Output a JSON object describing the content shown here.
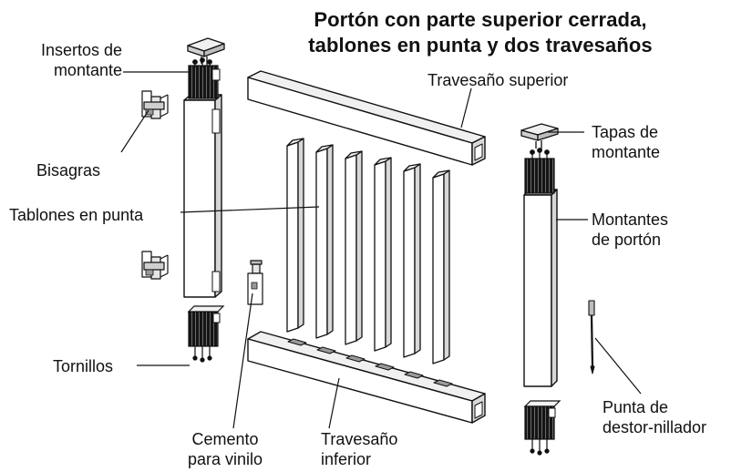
{
  "title": {
    "line1": "Portón con parte superior cerrada,",
    "line2": "tablones en punta y dos travesaños"
  },
  "labels": {
    "post_inserts": [
      "Insertos de",
      "montante"
    ],
    "hinges": "Bisagras",
    "pickets": "Tablones en punta",
    "screws": "Tornillos",
    "cement": [
      "Cemento",
      "para vinilo"
    ],
    "bottom_rail": [
      "Travesaño",
      "inferior"
    ],
    "top_rail": "Travesaño superior",
    "post_caps": [
      "Tapas de",
      "montante"
    ],
    "gate_posts": [
      "Montantes",
      "de portón"
    ],
    "driver_bit": [
      "Punta de",
      "destor-nillador"
    ]
  },
  "colors": {
    "ink": "#111111",
    "fill": "#ffffff",
    "shade": "#dcdcdc",
    "dark": "#2a2a2a"
  }
}
